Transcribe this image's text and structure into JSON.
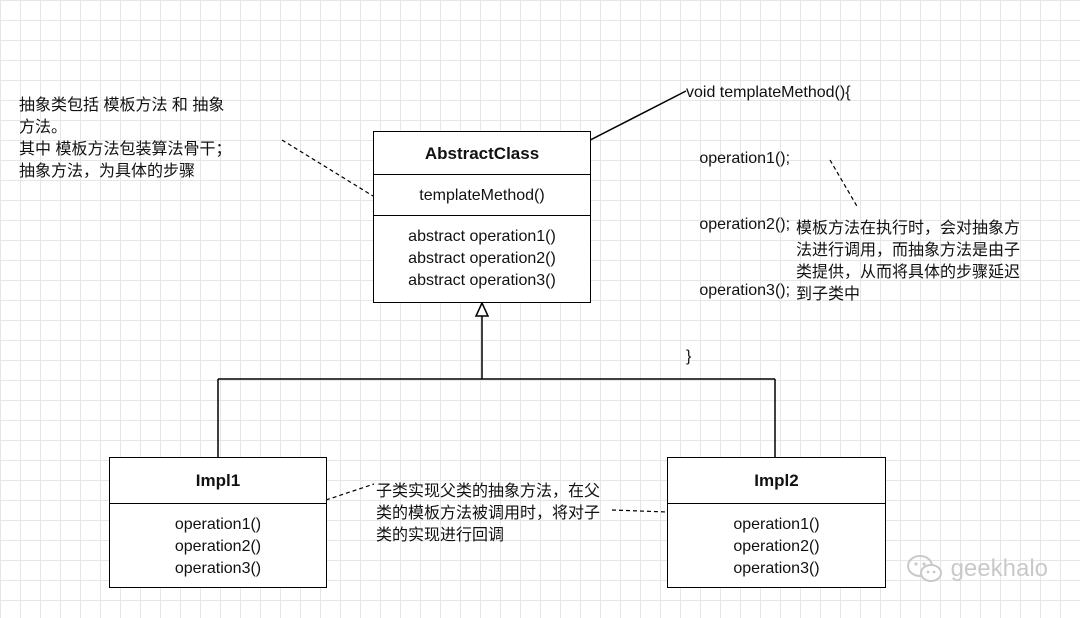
{
  "abstract_class": {
    "title": "AbstractClass",
    "template_method": "templateMethod()",
    "abstract_ops": [
      "abstract operation1()",
      "abstract operation2()",
      "abstract operation3()"
    ]
  },
  "impl1": {
    "title": "Impl1",
    "ops": [
      "operation1()",
      "operation2()",
      "operation3()"
    ]
  },
  "impl2": {
    "title": "Impl2",
    "ops": [
      "operation1()",
      "operation2()",
      "operation3()"
    ]
  },
  "code_snippet": [
    "void templateMethod(){",
    "   operation1();",
    "   operation2();",
    "   operation3();",
    "}"
  ],
  "notes": {
    "left": "抽象类包括 模板方法 和 抽象\n方法。\n其中 模板方法包装算法骨干；\n抽象方法，为具体的步骤",
    "right": "模板方法在执行时，会对抽象方\n法进行调用，而抽象方法是由子\n类提供，从而将具体的步骤延迟\n到子类中",
    "middle": "子类实现父类的抽象方法，在父\n类的模板方法被调用时，将对子\n类的实现进行回调"
  },
  "watermark": {
    "text": "geekhalo",
    "icon": "wechat-icon"
  }
}
